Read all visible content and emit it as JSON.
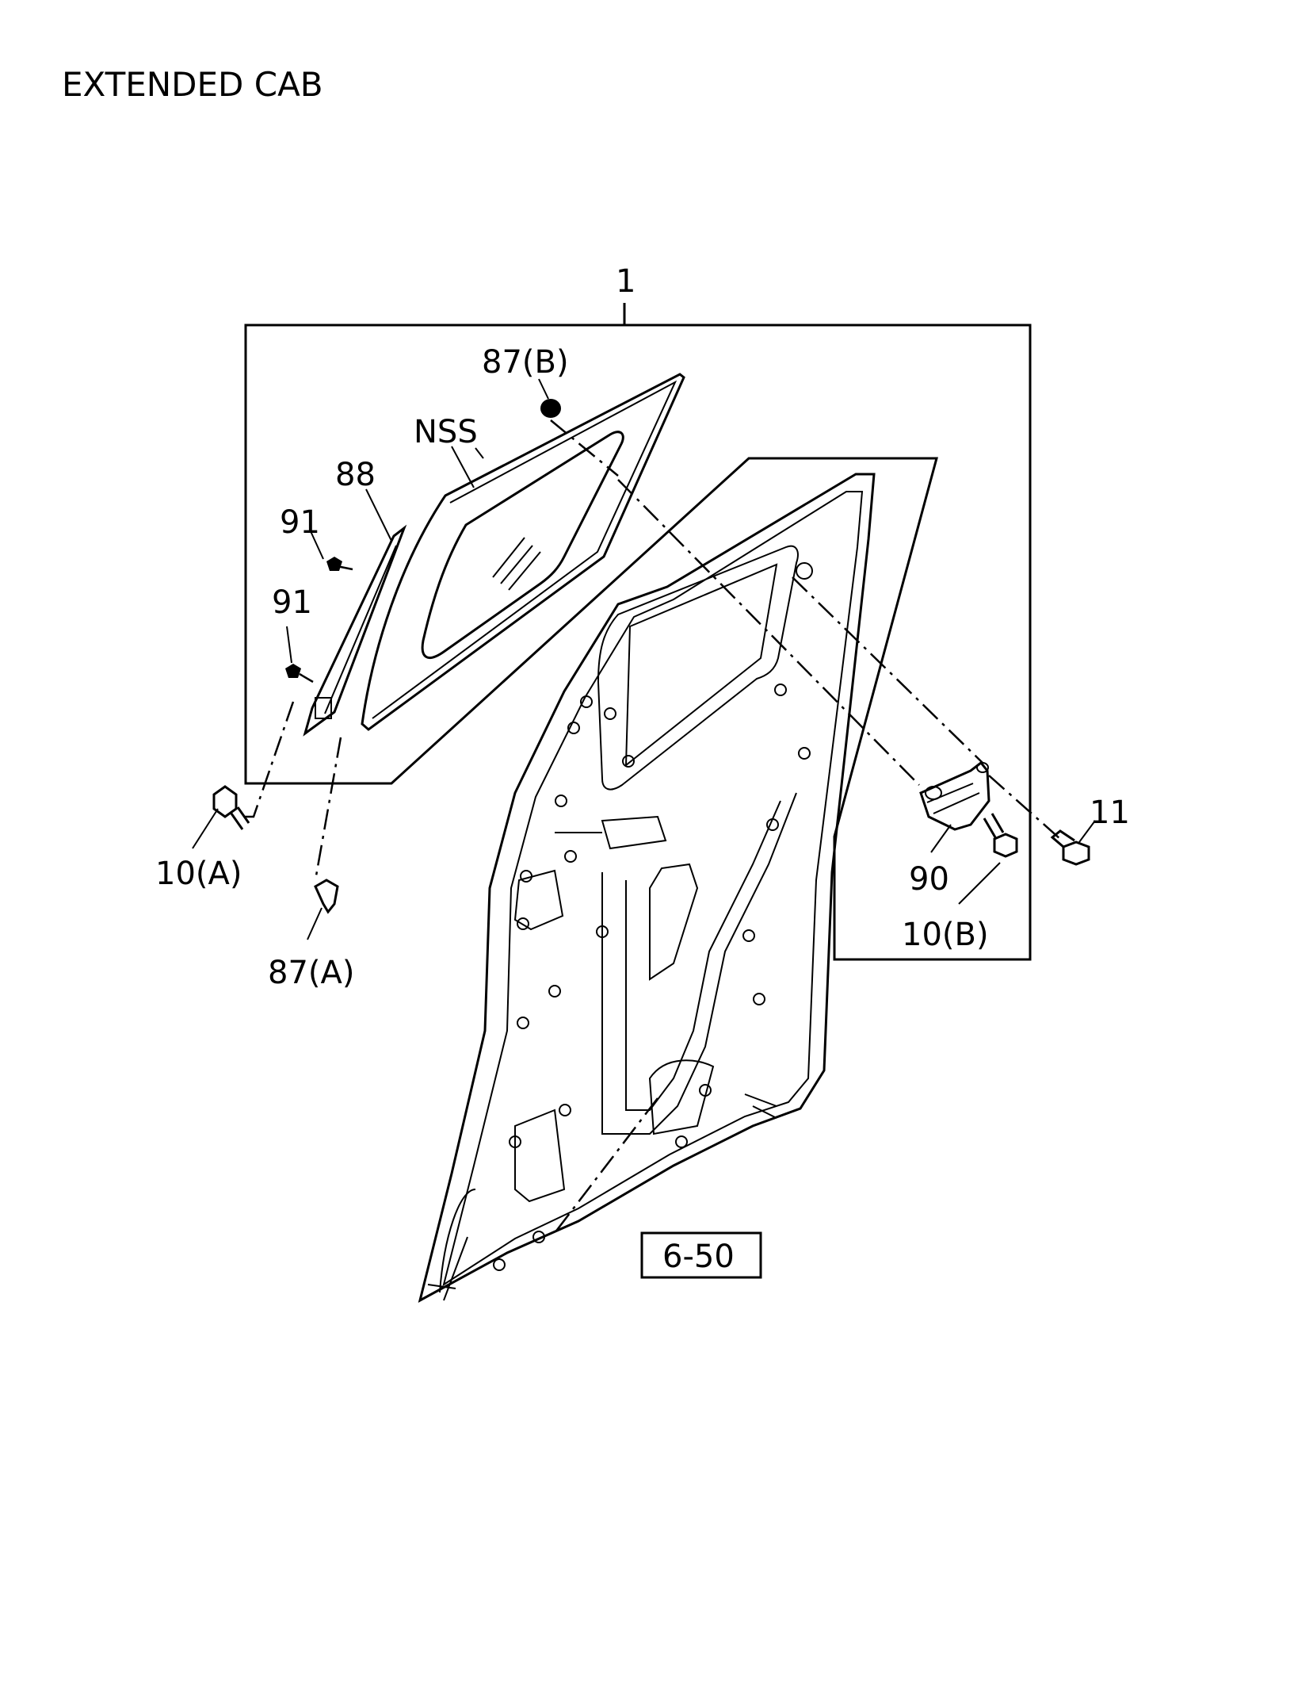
{
  "title": "EXTENDED CAB",
  "labels": {
    "l1": "1",
    "l87b": "87(B)",
    "lnss": "NSS",
    "l88": "88",
    "l91a": "91",
    "l91b": "91",
    "l10a": "10(A)",
    "l87a": "87(A)",
    "l11": "11",
    "l90": "90",
    "l10b": "10(B)",
    "lref": "6-50"
  }
}
